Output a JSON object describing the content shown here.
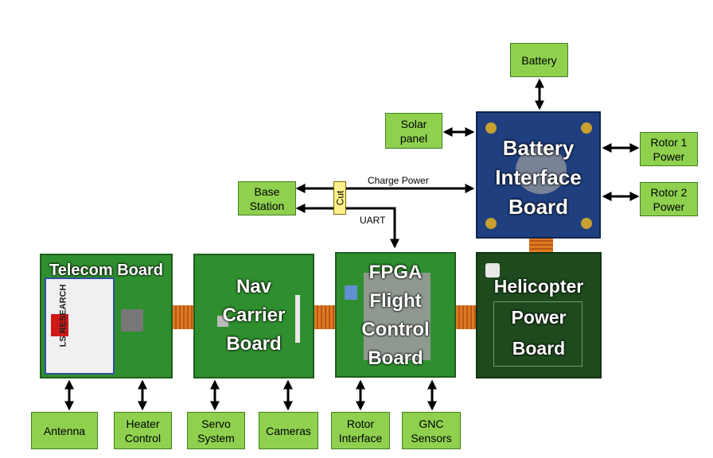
{
  "labels": {
    "battery": "Battery",
    "solar_panel": "Solar\npanel",
    "rotor1_power": "Rotor 1\nPower",
    "rotor2_power": "Rotor 2\nPower",
    "base_station": "Base\nStation",
    "charge_power": "Charge Power",
    "uart": "UART",
    "cut": "Cut",
    "antenna": "Antenna",
    "heater_control": "Heater\nControl",
    "servo_system": "Servo\nSystem",
    "cameras": "Cameras",
    "rotor_interface": "Rotor\nInterface",
    "gnc_sensors": "GNC\nSensors"
  },
  "boards": {
    "battery_interface": "Battery\nInterface\nBoard",
    "telecom": "Telecom Board",
    "nav_carrier": "Nav\nCarrier\nBoard",
    "fpga": "FPGA\nFlight\nControl\nBoard",
    "helicopter_power": "Helicopter\nPower\nBoard"
  },
  "chip_text": {
    "telecom_module": "LS RESEARCH"
  },
  "colors": {
    "box_fill": "#8fd14f",
    "board_green": "#2f8f2f",
    "board_blue": "#1f3f7f",
    "flex_connector": "#e07a1f",
    "cut_label": "#ffef8a"
  }
}
